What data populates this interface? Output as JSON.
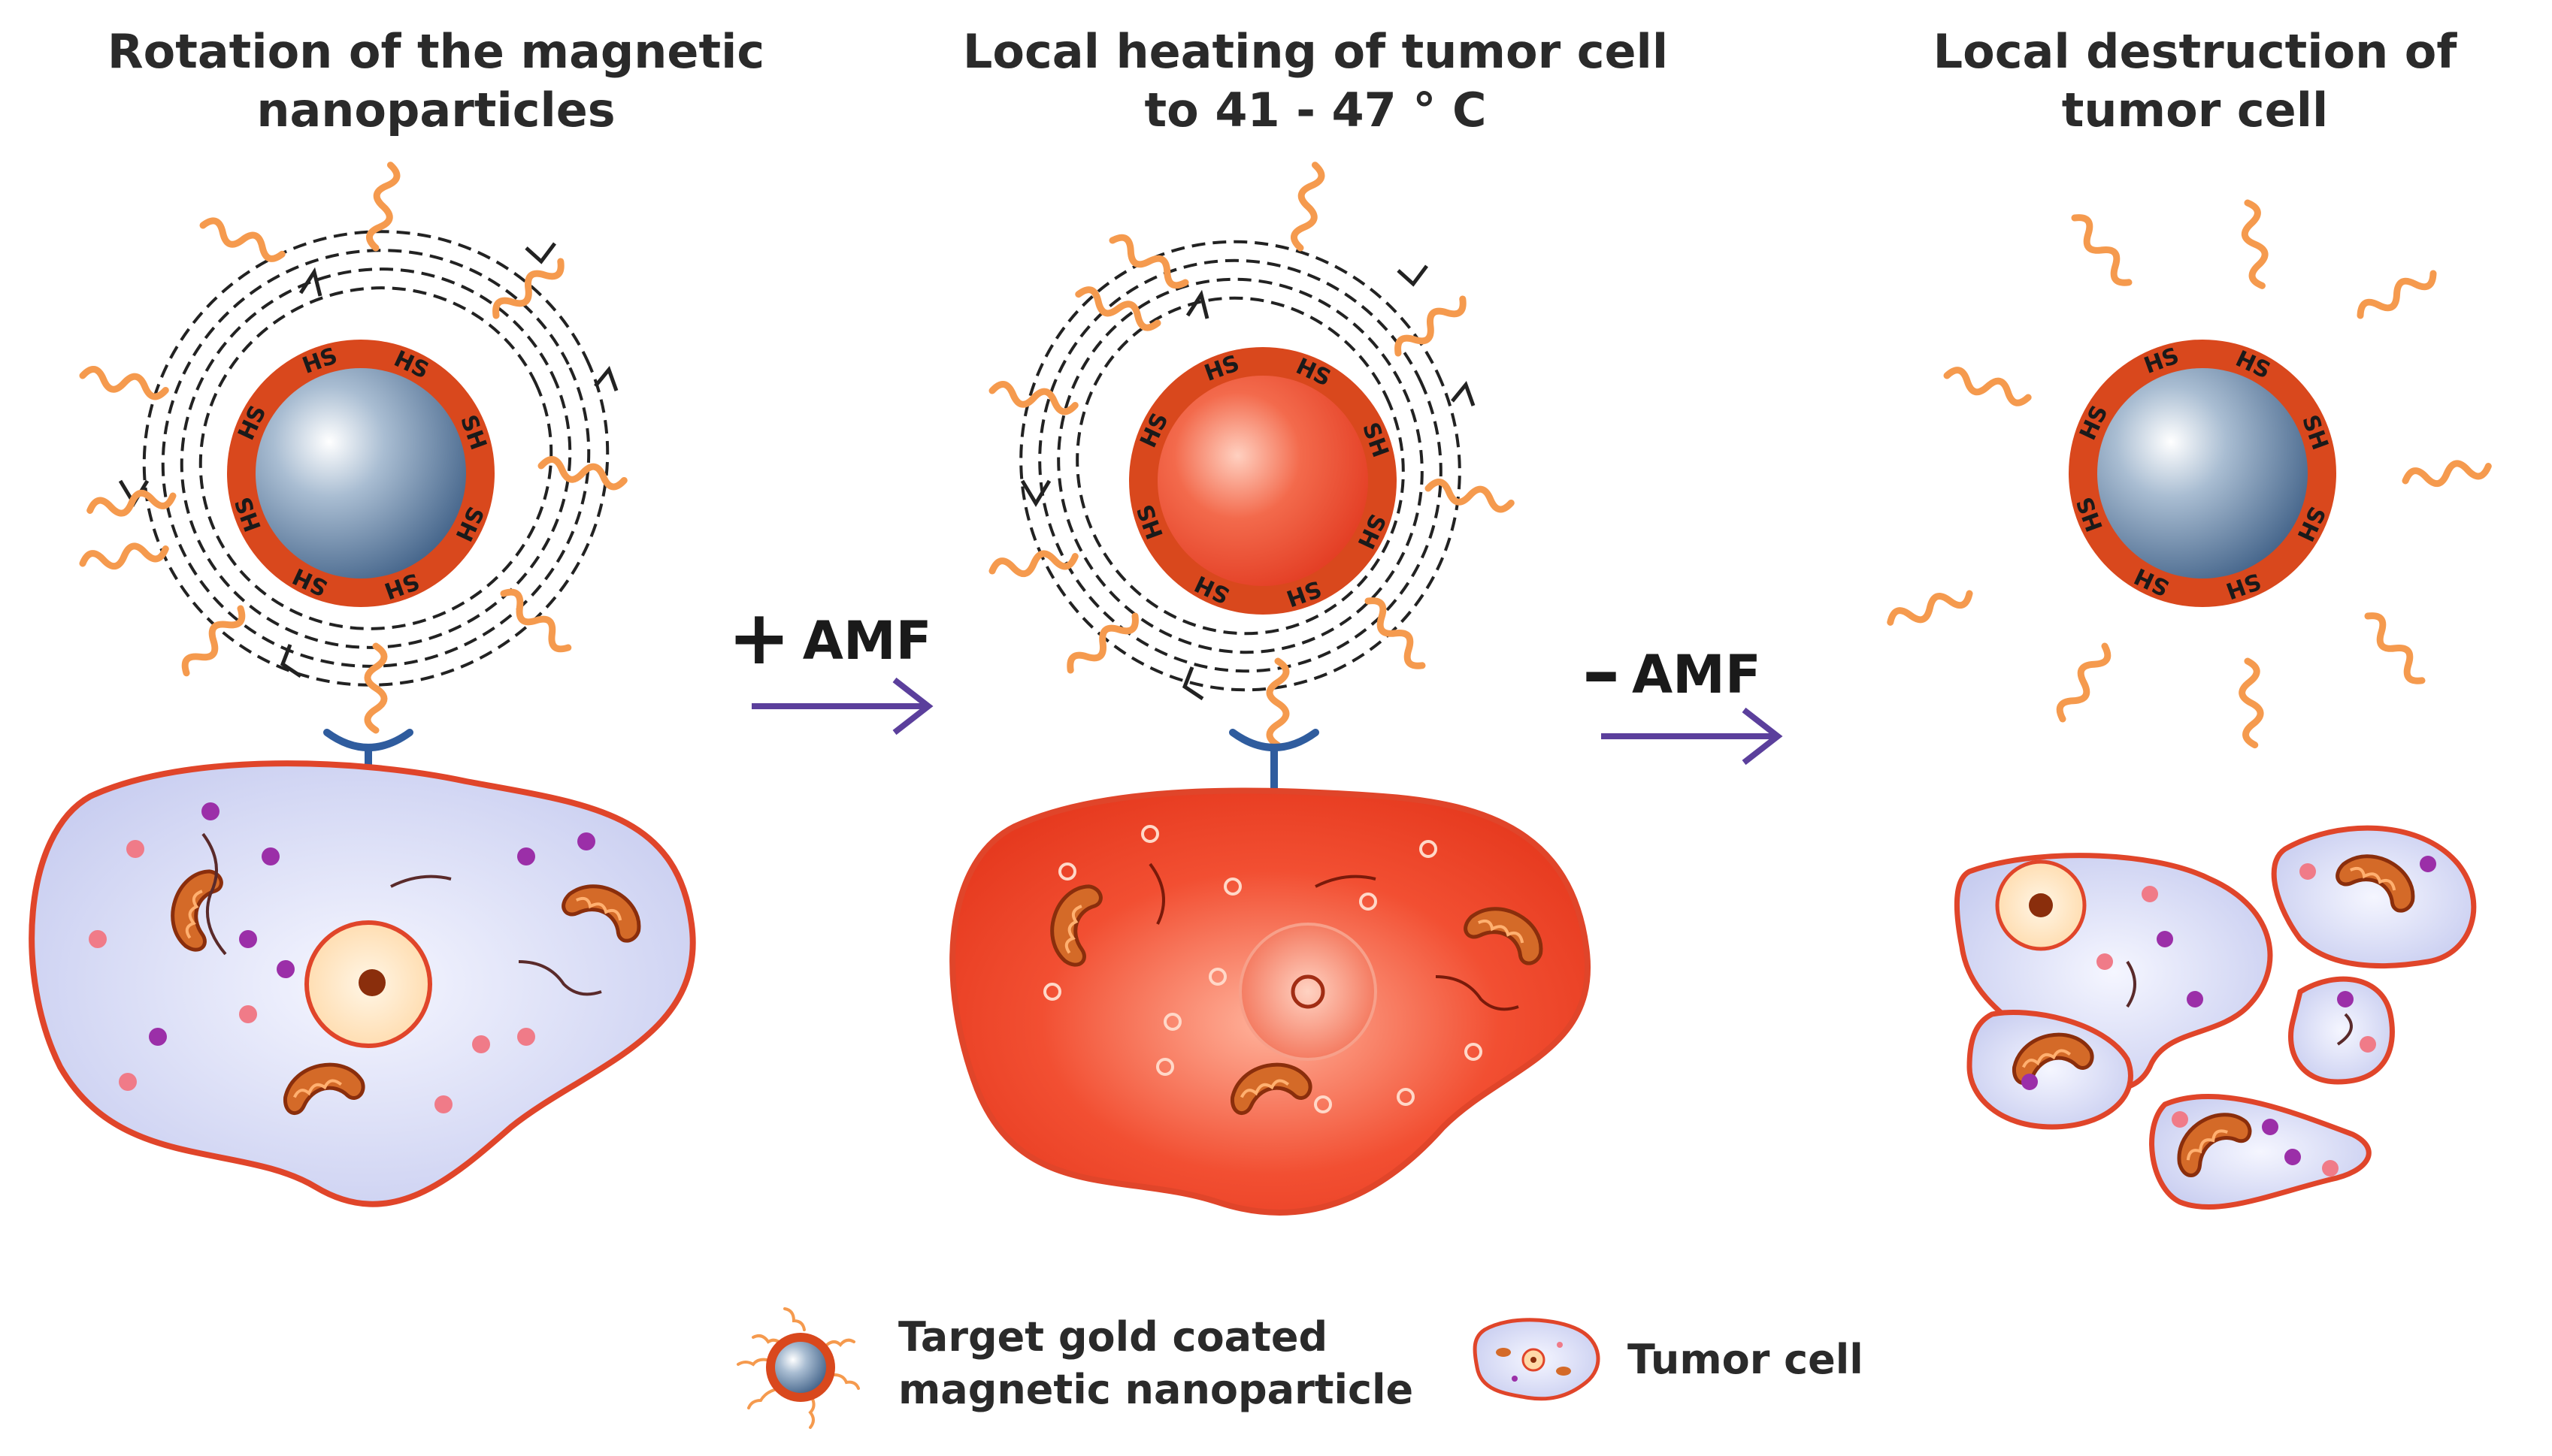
{
  "panels": [
    {
      "title_lines": [
        "Rotation of the magnetic",
        "nanoparticles"
      ]
    },
    {
      "title_lines": [
        "Local heating of tumor cell",
        "to 41 - 47 ° C"
      ]
    },
    {
      "title_lines": [
        "Local destruction of",
        "tumor cell"
      ]
    }
  ],
  "arrows": [
    {
      "sign": "+",
      "label": "AMF"
    },
    {
      "sign": "–",
      "label": "AMF"
    }
  ],
  "ligand_labels": [
    "HS",
    "HS",
    "SH",
    "SH",
    "SH",
    "SH",
    "HS",
    "HS"
  ],
  "legend": {
    "nanoparticle_lines": [
      "Target gold coated",
      "magnetic nanoparticle"
    ],
    "tumor_cell": "Tumor cell"
  },
  "colors": {
    "gold_shell": "#d9481d",
    "core_blue": "#5a7a9c",
    "core_hot": "#ee3b24",
    "ligand": "#f59a4e",
    "cell_fill": "#d6dbf5",
    "cell_border": "#e0452a",
    "arrow": "#5b3f9c",
    "antibody": "#2f5c9e"
  }
}
